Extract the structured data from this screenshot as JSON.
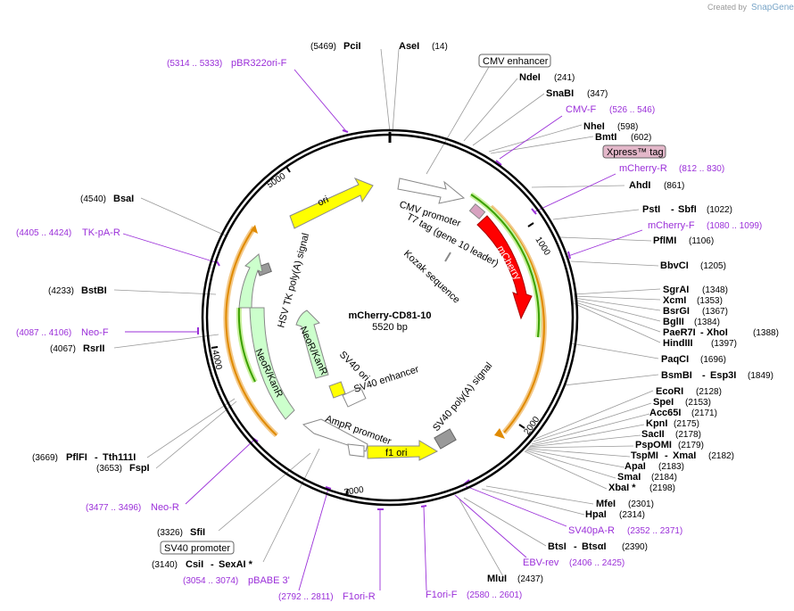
{
  "credit": {
    "created_by": "Created by",
    "brand": "SnapGene"
  },
  "plasmid": {
    "name": "mCherry-CD81-10",
    "size": "5520 bp"
  },
  "ticks": [
    "1000",
    "2000",
    "3000",
    "4000",
    "5000"
  ],
  "enzymes": [
    {
      "id": "pcii",
      "name": "PciI",
      "pos": "(5469)"
    },
    {
      "id": "asei",
      "name": "AseI",
      "pos": "(14)"
    },
    {
      "id": "ndei",
      "name": "NdeI",
      "pos": "(241)"
    },
    {
      "id": "snabi",
      "name": "SnaBI",
      "pos": "(347)"
    },
    {
      "id": "nhei",
      "name": "NheI",
      "pos": "(598)"
    },
    {
      "id": "bmti",
      "name": "BmtI",
      "pos": "(602)"
    },
    {
      "id": "ahdi",
      "name": "AhdI",
      "pos": "(861)"
    },
    {
      "id": "psti",
      "name": "PstI",
      "pos": "(1022)"
    },
    {
      "id": "sbfi",
      "name": "SbfI",
      "pos": ""
    },
    {
      "id": "pflmi",
      "name": "PflMI",
      "pos": "(1106)"
    },
    {
      "id": "bbvci",
      "name": "BbvCI",
      "pos": "(1205)"
    },
    {
      "id": "sgrai",
      "name": "SgrAI",
      "pos": "(1348)"
    },
    {
      "id": "xcmi",
      "name": "XcmI",
      "pos": "(1353)"
    },
    {
      "id": "bsrgi",
      "name": "BsrGI",
      "pos": "(1367)"
    },
    {
      "id": "bglii",
      "name": "BglII",
      "pos": "(1384)"
    },
    {
      "id": "paer7i",
      "name": "PaeR7I",
      "pos": ""
    },
    {
      "id": "xhoi",
      "name": "XhoI",
      "pos": "(1388)"
    },
    {
      "id": "hindiii",
      "name": "HindIII",
      "pos": "(1397)"
    },
    {
      "id": "paqci",
      "name": "PaqCI",
      "pos": "(1696)"
    },
    {
      "id": "bsmbi",
      "name": "BsmBI",
      "pos": ""
    },
    {
      "id": "esp3i",
      "name": "Esp3I",
      "pos": "(1849)"
    },
    {
      "id": "ecori",
      "name": "EcoRI",
      "pos": "(2128)"
    },
    {
      "id": "spei",
      "name": "SpeI",
      "pos": "(2153)"
    },
    {
      "id": "acc65i",
      "name": "Acc65I",
      "pos": "(2171)"
    },
    {
      "id": "kpni",
      "name": "KpnI",
      "pos": "(2175)"
    },
    {
      "id": "sacii",
      "name": "SacII",
      "pos": "(2178)"
    },
    {
      "id": "pspomi",
      "name": "PspOMI",
      "pos": "(2179)"
    },
    {
      "id": "tspmi",
      "name": "TspMI",
      "pos": ""
    },
    {
      "id": "xmai",
      "name": "XmaI",
      "pos": "(2182)"
    },
    {
      "id": "apai",
      "name": "ApaI",
      "pos": "(2183)"
    },
    {
      "id": "smai",
      "name": "SmaI",
      "pos": "(2184)"
    },
    {
      "id": "xbai",
      "name": "XbaI *",
      "pos": "(2198)"
    },
    {
      "id": "mfei",
      "name": "MfeI",
      "pos": "(2301)"
    },
    {
      "id": "hpai",
      "name": "HpaI",
      "pos": "(2314)"
    },
    {
      "id": "btsi",
      "name": "BtsI",
      "pos": ""
    },
    {
      "id": "btsai",
      "name": "BtsαI",
      "pos": "(2390)"
    },
    {
      "id": "mlui",
      "name": "MluI",
      "pos": "(2437)"
    },
    {
      "id": "csii",
      "name": "CsiI",
      "pos": "(3140)"
    },
    {
      "id": "sexai",
      "name": "SexAI *",
      "pos": ""
    },
    {
      "id": "sfii",
      "name": "SfiI",
      "pos": "(3326)"
    },
    {
      "id": "fspi",
      "name": "FspI",
      "pos": "(3653)"
    },
    {
      "id": "pflfi",
      "name": "PflFI",
      "pos": "(3669)"
    },
    {
      "id": "tth111i",
      "name": "Tth111I",
      "pos": ""
    },
    {
      "id": "rsrii",
      "name": "RsrII",
      "pos": "(4067)"
    },
    {
      "id": "bstbi",
      "name": "BstBI",
      "pos": "(4233)"
    },
    {
      "id": "bsai",
      "name": "BsaI",
      "pos": "(4540)"
    }
  ],
  "primers": [
    {
      "id": "pbr322ori",
      "name": "pBR322ori-F",
      "pos": "(5314 .. 5333)"
    },
    {
      "id": "cmvf",
      "name": "CMV-F",
      "pos": "(526 .. 546)"
    },
    {
      "id": "mcherryr",
      "name": "mCherry-R",
      "pos": "(812 .. 830)"
    },
    {
      "id": "mcherryf",
      "name": "mCherry-F",
      "pos": "(1080 .. 1099)"
    },
    {
      "id": "tkpa",
      "name": "TK-pA-R",
      "pos": "(4405 .. 4424)"
    },
    {
      "id": "neof",
      "name": "Neo-F",
      "pos": "(4087 .. 4106)"
    },
    {
      "id": "neor",
      "name": "Neo-R",
      "pos": "(3477 .. 3496)"
    },
    {
      "id": "pbabe",
      "name": "pBABE 3'",
      "pos": "(3054 .. 3074)"
    },
    {
      "id": "f1orir",
      "name": "F1ori-R",
      "pos": "(2792 .. 2811)"
    },
    {
      "id": "f1orif",
      "name": "F1ori-F",
      "pos": "(2580 .. 2601)"
    },
    {
      "id": "sv40par",
      "name": "SV40pA-R",
      "pos": "(2352 .. 2371)"
    },
    {
      "id": "ebvrev",
      "name": "EBV-rev",
      "pos": "(2406 .. 2425)"
    }
  ],
  "boxed": {
    "cmv_enhancer": "CMV enhancer",
    "xpress": "Xpress™ tag",
    "sv40_promoter": "SV40 promoter"
  },
  "features": {
    "ori": "ori",
    "cmv_promoter": "CMV promoter",
    "t7": "T7 tag (gene 10 leader)",
    "kozak": "Kozak sequence",
    "mcherry": "mCherry",
    "hsv": "HSV TK poly(A) signal",
    "neokanr_outer": "NeoR/KanR",
    "neokanr_inner": "NeoR/KanR",
    "sv40ori": "SV40 ori",
    "sv40enh": "SV40 enhancer",
    "sv40pa": "SV40 poly(A) signal",
    "ampr": "AmpR promoter",
    "f1ori": "f1 ori"
  },
  "colors": {
    "ori": "#ffff00",
    "mcherry": "#ff0000",
    "neo": "#ccffcc",
    "grey_box": "#999999",
    "primer": "#9b30d9",
    "orf_orange": "#e8a000",
    "orf_green": "#3aa000"
  }
}
